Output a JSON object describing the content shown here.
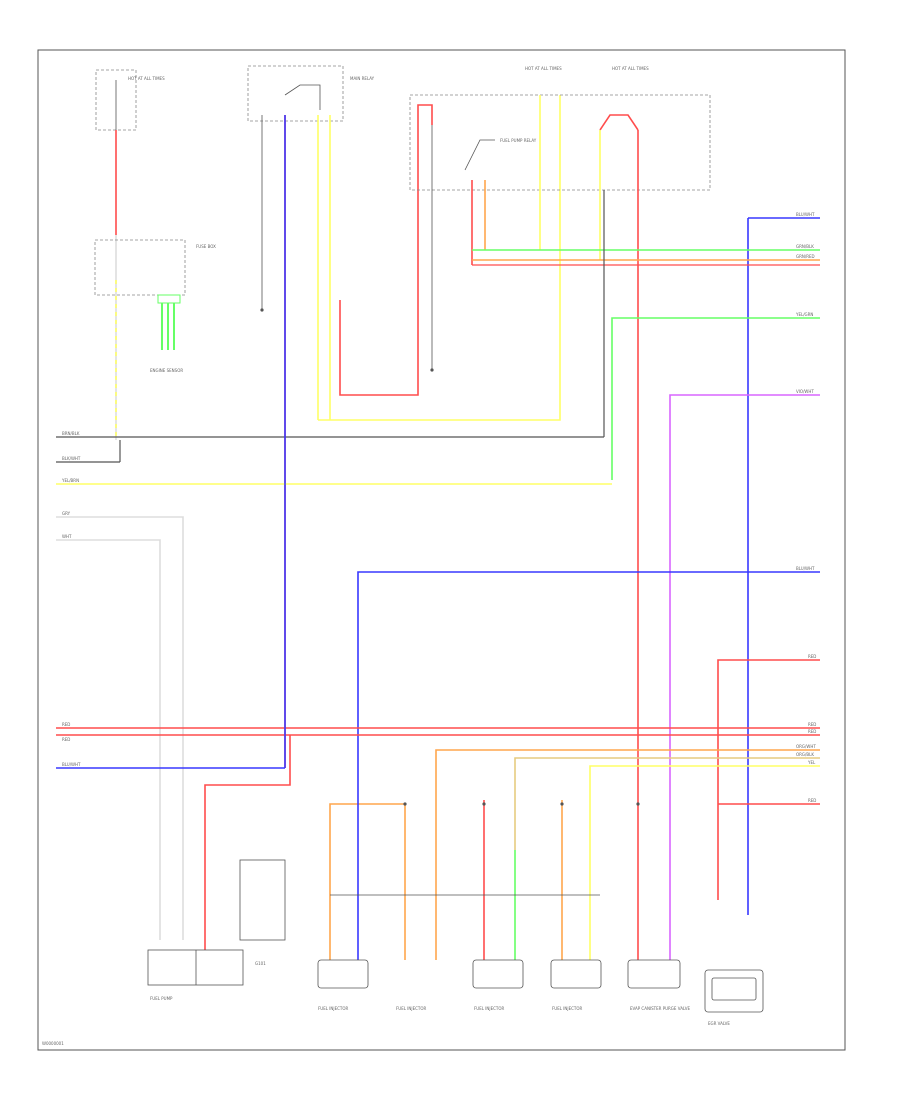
{
  "colors": {
    "black": "#555555",
    "blue": "#3838ff",
    "red": "#ff4d4d",
    "yellow": "#ffff66",
    "green": "#66ff66",
    "orange": "#ffa64d",
    "violet": "#d966ff",
    "gray": "#bbbbbb",
    "white": "#dddddd",
    "tan": "#e6cc80"
  },
  "wire_labels": {
    "right_blu_1": "BLU/WHT",
    "right_grn_1": "GRN/BLK",
    "right_grn_2": "GRN/RED",
    "right_yel_1": "YEL/GRN",
    "right_vio_1": "VIO/WHT",
    "right_blu_2": "BLU/WHT",
    "right_red_1": "RED",
    "right_red_2": "RED",
    "right_red_3": "RED",
    "right_org_1": "ORG/WHT",
    "right_org_2": "ORG/BLK",
    "right_yel_2": "YEL",
    "right_red_4": "RED",
    "left_brn": "BRN/BLK",
    "left_blk": "BLK/WHT",
    "left_yel": "YEL/BRN",
    "left_gry": "GRY",
    "left_wht": "WHT",
    "left_red_1": "RED",
    "left_red_2": "RED",
    "left_blu": "BLU/WHT"
  },
  "components": {
    "fuse_top_left": "HOT AT ALL TIMES",
    "fuse_mid_left": "FUSE BOX",
    "relay_1": "MAIN RELAY",
    "relay_2": "FUEL PUMP RELAY",
    "fuse_right_1": "HOT AT ALL TIMES",
    "fuse_right_2": "HOT AT ALL TIMES",
    "sensor_group": "ENGINE SENSOR",
    "fuel_pump": "FUEL PUMP",
    "ground_1": "G101",
    "inj_1": "FUEL INJECTOR",
    "inj_2": "FUEL INJECTOR",
    "inj_3": "FUEL INJECTOR",
    "inj_4": "FUEL INJECTOR",
    "evap": "EVAP CANISTER PURGE VALVE",
    "sensor_right": "EGR VALVE"
  },
  "footer": {
    "code": "W0000001"
  }
}
